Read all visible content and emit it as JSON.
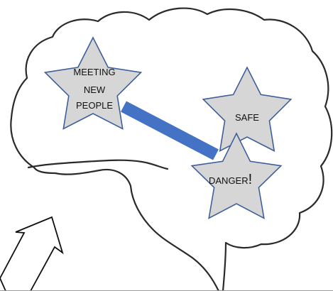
{
  "diagram": {
    "stars": {
      "meeting": {
        "lines": [
          "MEETING",
          "NEW",
          "PEOPLE"
        ],
        "fill": "#d6d6d6",
        "stroke": "#3f5f9a"
      },
      "safe": {
        "lines": [
          "SAFE"
        ],
        "fill": "#d6d6d6",
        "stroke": "#3f5f9a"
      },
      "danger": {
        "text": "DANGER",
        "exclamation": "!",
        "fill": "#d6d6d6",
        "stroke": "#3f5f9a"
      }
    },
    "connector": {
      "from": "meeting",
      "to": "danger",
      "color": "#4472c4"
    },
    "brain": {
      "outline_color": "#2a2a2a",
      "fill": "#ffffff"
    },
    "arrow": {
      "fill": "#ffffff",
      "stroke": "#111111",
      "direction": "up-right"
    }
  }
}
